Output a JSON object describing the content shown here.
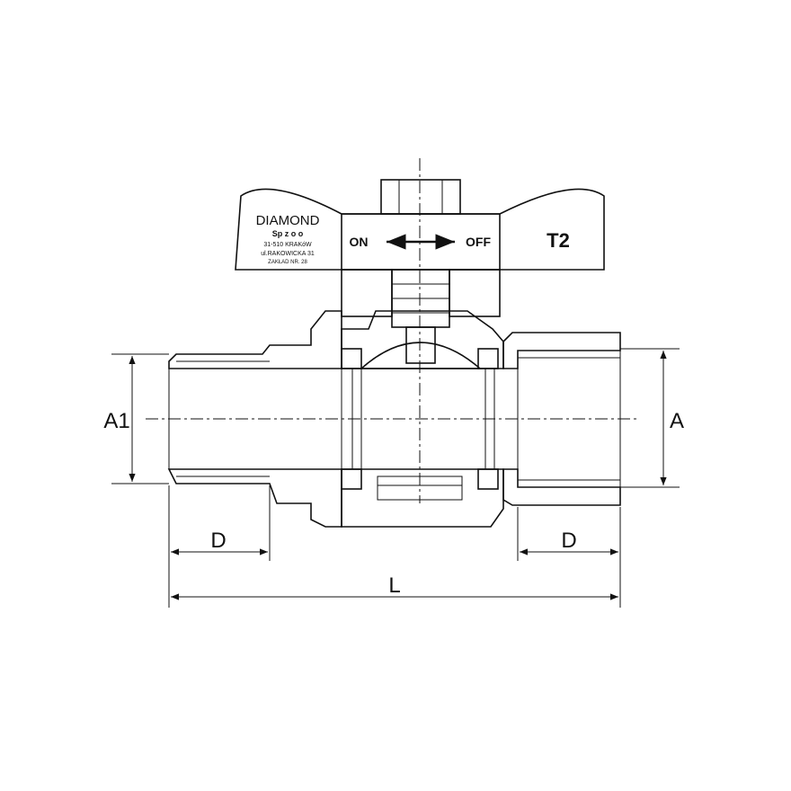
{
  "handle": {
    "brand": "DIAMOND",
    "company": "Sp  z o o",
    "address_line1": "31-510 KRAKóW",
    "address_line2": "ul.RAKOWICKA 31",
    "address_line3": "ZAKŁAD NR. 28",
    "on_label": "ON",
    "off_label": "OFF",
    "model": "T2"
  },
  "dimensions": {
    "left_height": "A1",
    "right_height": "A",
    "left_thread": "D",
    "right_thread": "D",
    "overall_length": "L"
  }
}
